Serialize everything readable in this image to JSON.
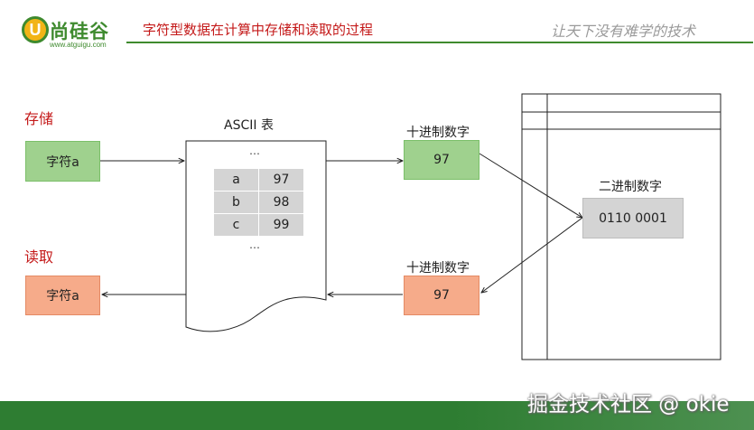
{
  "header": {
    "logo_name": "尚硅谷",
    "logo_url": "www.atguigu.com",
    "title": "字符型数据在计算中存储和读取的过程",
    "slogan": "让天下没有难学的技术",
    "accent_color": "#3e8a2e",
    "title_color": "#c41a1a"
  },
  "diagram": {
    "store_label": "存储",
    "read_label": "读取",
    "char_store": "字符a",
    "char_read": "字符a",
    "ascii_title": "ASCII 表",
    "ascii_dots_top": "…",
    "ascii_dots_bottom": "…",
    "ascii_rows": [
      {
        "char": "a",
        "code": "97"
      },
      {
        "char": "b",
        "code": "98"
      },
      {
        "char": "c",
        "code": "99"
      }
    ],
    "decimal_label_top": "十进制数字",
    "decimal_value_top": "97",
    "decimal_label_bottom": "十进制数字",
    "decimal_value_bottom": "97",
    "binary_label": "二进制数字",
    "binary_value": "0110 0001"
  },
  "watermark": "掘金技术社区 @ okie"
}
